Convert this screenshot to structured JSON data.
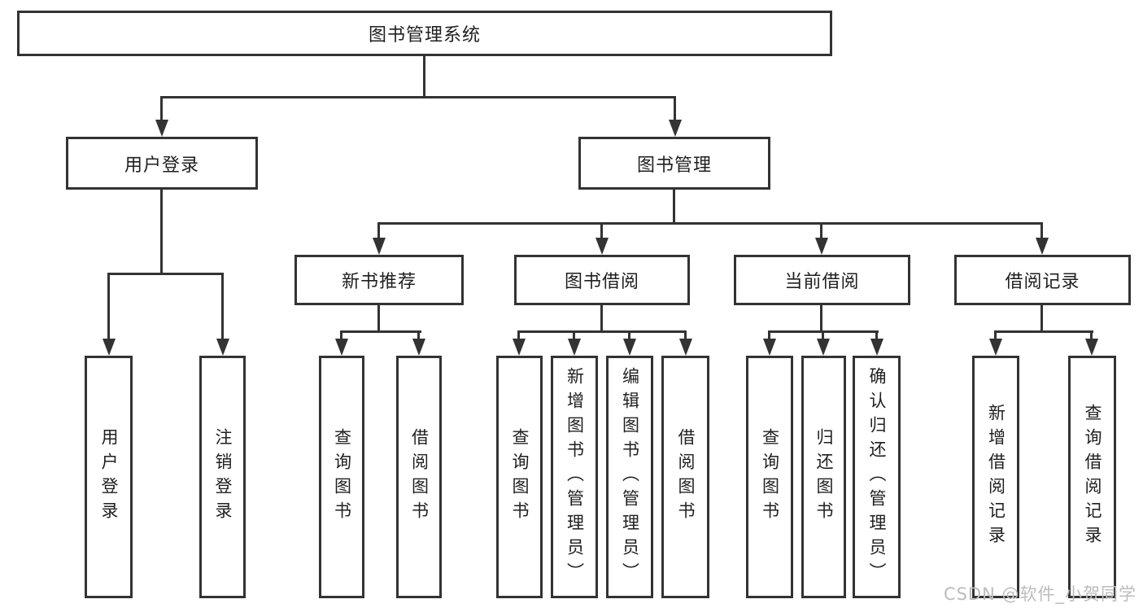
{
  "diagram": {
    "root": {
      "label": "图书管理系统"
    },
    "branches": [
      {
        "label": "用户登录",
        "children": [
          {
            "label": "用户登录"
          },
          {
            "label": "注销登录"
          }
        ]
      },
      {
        "label": "图书管理",
        "children": [
          {
            "label": "新书推荐",
            "children": [
              {
                "label": "查询图书"
              },
              {
                "label": "借阅图书"
              }
            ]
          },
          {
            "label": "图书借阅",
            "children": [
              {
                "label": "查询图书"
              },
              {
                "label": "新增图书（管理员）"
              },
              {
                "label": "编辑图书（管理员）"
              },
              {
                "label": "借阅图书"
              }
            ]
          },
          {
            "label": "当前借阅",
            "children": [
              {
                "label": "查询图书"
              },
              {
                "label": "归还图书"
              },
              {
                "label": "确认归还（管理员）"
              }
            ]
          },
          {
            "label": "借阅记录",
            "children": [
              {
                "label": "新增借阅记录"
              },
              {
                "label": "查询借阅记录"
              }
            ]
          }
        ]
      }
    ],
    "watermark": "CSDN @软件_小贺同学",
    "colors": {
      "line": "#333333",
      "text": "#1f1f1f",
      "watermark": "#bcbcbc",
      "background": "#ffffff"
    }
  }
}
